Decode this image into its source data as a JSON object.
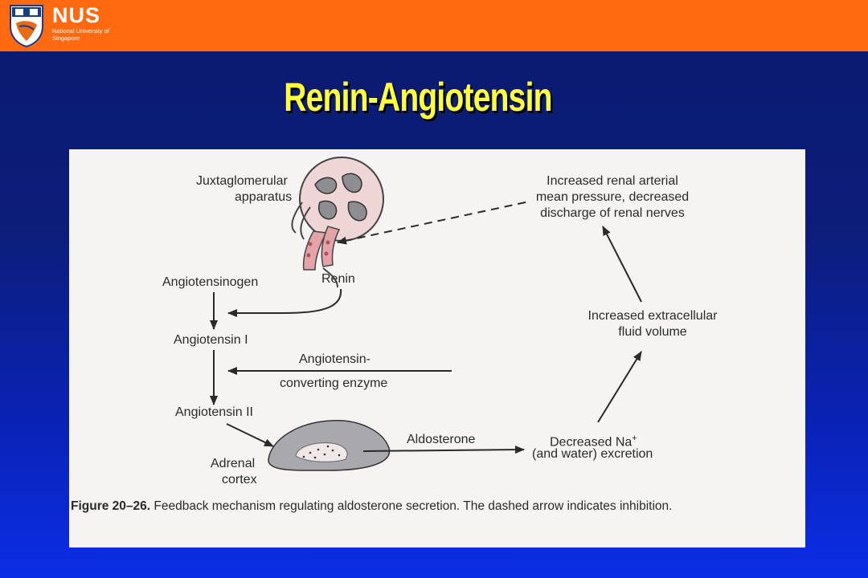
{
  "header": {
    "logo_abbr": "NUS",
    "logo_sub": "National University of Singapore",
    "logo_icon": "nus-crest-icon",
    "bar_color": "#ff6a10"
  },
  "slide": {
    "title": "Renin-Angiotensin",
    "title_color": "#ffff3a"
  },
  "figure": {
    "labels": {
      "juxtaglomerular": "Juxtaglomerular",
      "apparatus": "apparatus",
      "angiotensinogen": "Angiotensinogen",
      "renin": "Renin",
      "angiotensin_1": "Angiotensin I",
      "ace_line1": "Angiotensin-",
      "ace_line2": "converting enzyme",
      "angiotensin_2": "Angiotensin II",
      "adrenal": "Adrenal",
      "cortex": "cortex",
      "aldosterone": "Aldosterone",
      "decreased_na": "Decreased Na",
      "na_sup": "+",
      "water_excretion": "(and water) excretion",
      "ecf_line1": "Increased extracellular",
      "ecf_line2": "fluid volume",
      "pressure_line1": "Increased renal arterial",
      "pressure_line2": "mean pressure, decreased",
      "pressure_line3": "discharge of renal nerves"
    },
    "caption_label": "Figure 20–26.",
    "caption_text": "Feedback mechanism regulating aldosterone secretion. The dashed arrow indicates inhibition."
  }
}
